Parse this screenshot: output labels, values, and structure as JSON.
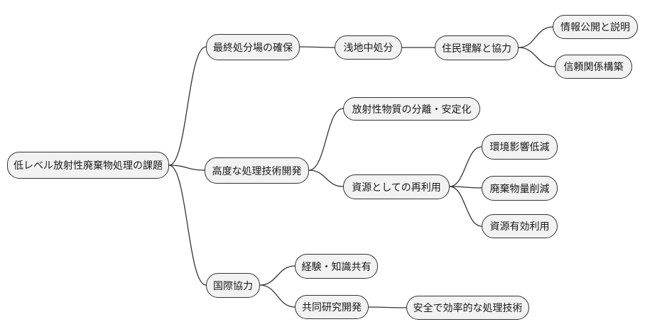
{
  "diagram": {
    "type": "mindmap",
    "style": {
      "background": "#ffffff",
      "node_fill": "#f2f2f2",
      "node_border": "#333333",
      "edge_color": "#333333",
      "text_color": "#1a1a1a"
    },
    "root": {
      "label": "低レベル放射性廃棄物処理の課題",
      "children": [
        {
          "label": "最終処分場の確保",
          "children": [
            {
              "label": "浅地中処分",
              "children": [
                {
                  "label": "住民理解と協力",
                  "children": [
                    {
                      "label": "情報公開と説明"
                    },
                    {
                      "label": "信頼関係構築"
                    }
                  ]
                }
              ]
            }
          ]
        },
        {
          "label": "高度な処理技術開発",
          "children": [
            {
              "label": "放射性物質の分離・安定化"
            },
            {
              "label": "資源としての再利用",
              "children": [
                {
                  "label": "環境影響低減"
                },
                {
                  "label": "廃棄物量削減"
                },
                {
                  "label": "資源有効利用"
                }
              ]
            }
          ]
        },
        {
          "label": "国際協力",
          "children": [
            {
              "label": "経験・知識共有"
            },
            {
              "label": "共同研究開発",
              "children": [
                {
                  "label": "安全で効率的な処理技術"
                }
              ]
            }
          ]
        }
      ]
    }
  }
}
